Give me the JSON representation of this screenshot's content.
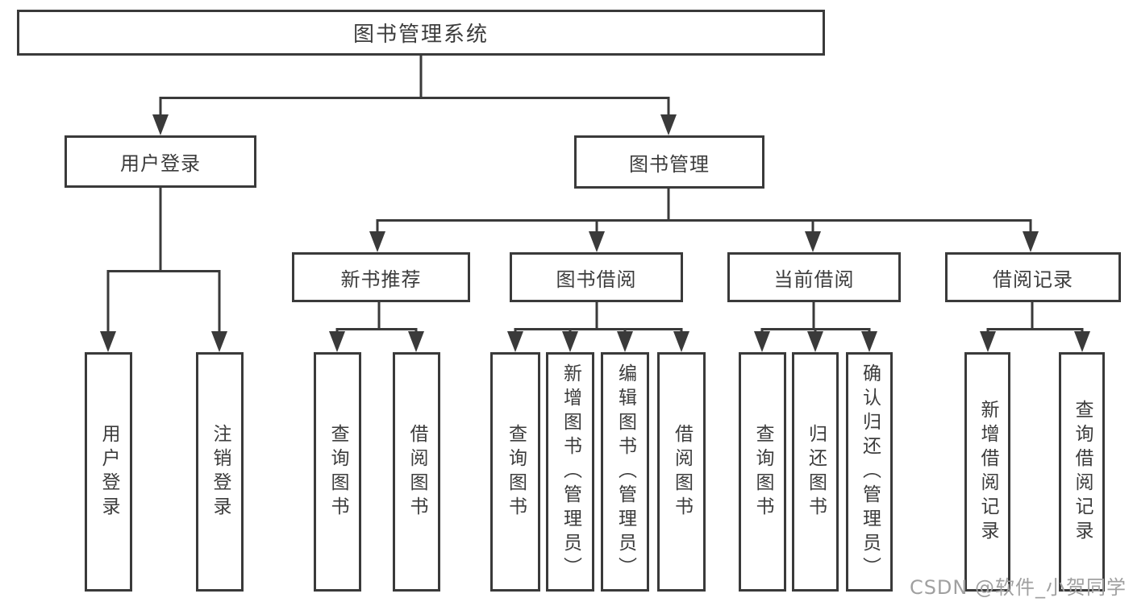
{
  "diagram": {
    "title": "图书管理系统",
    "nodes": {
      "root": "图书管理系统",
      "user_login": "用户登录",
      "book_mgmt": "图书管理",
      "new_book_rec": "新书推荐",
      "book_borrow": "图书借阅",
      "current_borrow": "当前借阅",
      "borrow_records": "借阅记录",
      "leaf_user_login": "用户登录",
      "leaf_logout": "注销登录",
      "leaf_nbr_query": "查询图书",
      "leaf_nbr_borrow": "借阅图书",
      "leaf_bb_query": "查询图书",
      "leaf_bb_add": "新增图书（管理员）",
      "leaf_bb_edit": "编辑图书（管理员）",
      "leaf_bb_borrow": "借阅图书",
      "leaf_cb_query": "查询图书",
      "leaf_cb_return": "归还图书",
      "leaf_cb_confirm": "确认归还（管理员）",
      "leaf_br_add": "新增借阅记录",
      "leaf_br_query": "查询借阅记录"
    },
    "colors": {
      "line": "#3a3a3a",
      "box_background": "#ffffff",
      "watermark": "#a0a0a0"
    }
  },
  "watermark": "CSDN @软件_小贺同学"
}
